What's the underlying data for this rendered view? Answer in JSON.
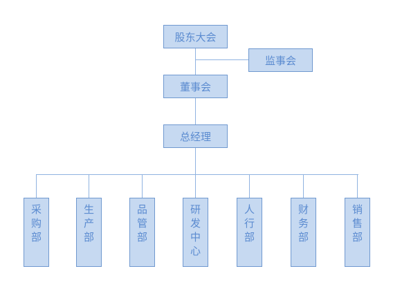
{
  "nodes": {
    "shareholders": "股东大会",
    "supervisors": "监事会",
    "board": "董事会",
    "gm": "总经理"
  },
  "departments": [
    [
      "采",
      "购",
      "部"
    ],
    [
      "生",
      "产",
      "部"
    ],
    [
      "品",
      "管",
      "部"
    ],
    [
      "研",
      "发",
      "中",
      "心"
    ],
    [
      "人",
      "行",
      "部"
    ],
    [
      "财",
      "务",
      "部"
    ],
    [
      "销",
      "售",
      "部"
    ]
  ],
  "colors": {
    "fill": "#c6d9f1",
    "border": "#6f98cf",
    "text": "#5b8bd0",
    "line": "#8fb2e0"
  }
}
